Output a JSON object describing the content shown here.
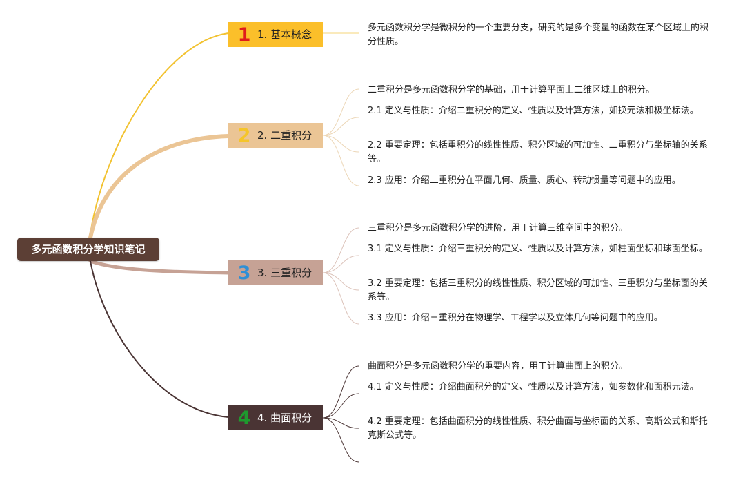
{
  "root": {
    "label": "多元函数积分学知识笔记"
  },
  "colors": {
    "root": "#5c3f35",
    "topic1": "#fbbf2a",
    "topic2": "#ebc595",
    "topic3": "#c6a295",
    "topic4": "#4a3434",
    "num1": "#e01b1b",
    "num2": "#f5c52a",
    "num3": "#2e8fd6",
    "num4": "#1e9a2e"
  },
  "topics": [
    {
      "num": "1",
      "label": "1. 基本概念",
      "leaves": [
        "多元函数积分学是微积分的一个重要分支，研究的是多个变量的函数在某个区域上的积分性质。"
      ]
    },
    {
      "num": "2",
      "label": "2. 二重积分",
      "leaves": [
        "二重积分是多元函数积分学的基础，用于计算平面上二维区域上的积分。",
        "2.1 定义与性质：介绍二重积分的定义、性质以及计算方法，如换元法和极坐标法。",
        "2.2 重要定理：包括重积分的线性性质、积分区域的可加性、二重积分与坐标轴的关系等。",
        "2.3 应用：介绍二重积分在平面几何、质量、质心、转动惯量等问题中的应用。"
      ]
    },
    {
      "num": "3",
      "label": "3. 三重积分",
      "leaves": [
        "三重积分是多元函数积分学的进阶，用于计算三维空间中的积分。",
        "3.1 定义与性质：介绍三重积分的定义、性质以及计算方法，如柱面坐标和球面坐标。",
        "3.2 重要定理：包括三重积分的线性性质、积分区域的可加性、三重积分与坐标面的关系等。",
        "3.3 应用：介绍三重积分在物理学、工程学以及立体几何等问题中的应用。"
      ]
    },
    {
      "num": "4",
      "label": "4. 曲面积分",
      "leaves": [
        "曲面积分是多元函数积分学的重要内容，用于计算曲面上的积分。",
        "4.1 定义与性质：介绍曲面积分的定义、性质以及计算方法，如参数化和面积元法。",
        "4.2 重要定理：包括曲面积分的线性性质、积分曲面与坐标面的关系、高斯公式和斯托克斯公式等。"
      ]
    }
  ]
}
